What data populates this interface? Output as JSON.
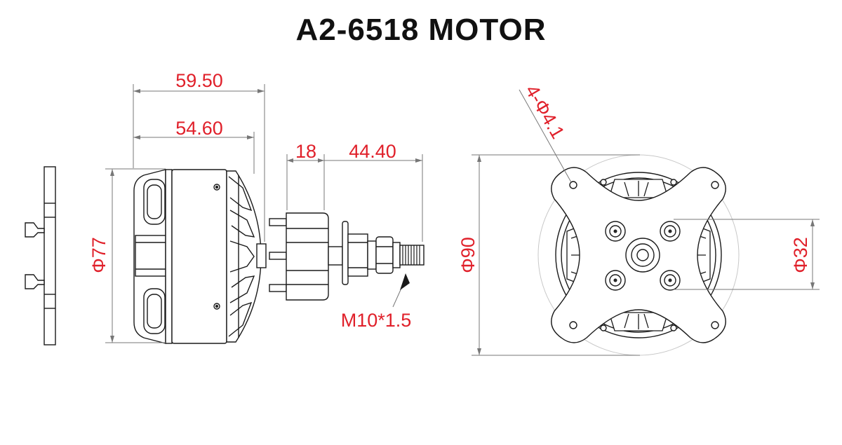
{
  "title": "A2-6518 MOTOR",
  "colors": {
    "dimension_text": "#e0202a",
    "line": "#1a1a1a",
    "dim_line": "#777777"
  },
  "dimensions": {
    "overall_length": "59.50",
    "body_length": "54.60",
    "adapter_length": "18",
    "shaft_length": "44.40",
    "body_diameter": "Φ77",
    "thread": "M10*1.5",
    "mount_holes": "4-Φ4.1",
    "outer_diameter": "Φ90",
    "bolt_circle": "Φ32"
  }
}
